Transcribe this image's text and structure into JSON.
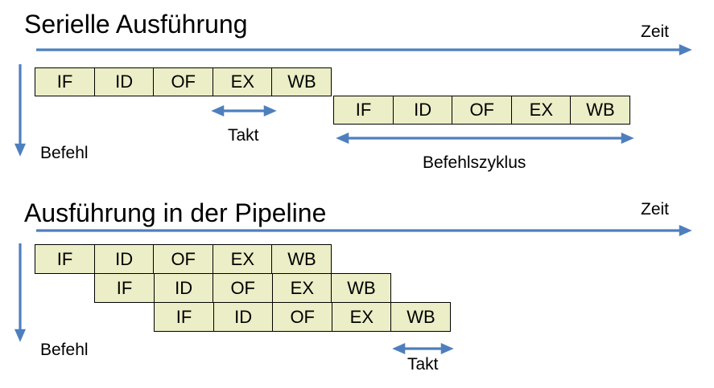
{
  "colors": {
    "accent_blue": "#4E7FBD",
    "box_fill": "#EBEEC6",
    "box_border": "#000000"
  },
  "sections": [
    {
      "title": "Serielle Ausführung",
      "time_label": "Zeit",
      "instruction_label": "Befehl",
      "clock_label": "Takt",
      "cycle_label": "Befehlszyklus",
      "rows": [
        {
          "stages": [
            "IF",
            "ID",
            "OF",
            "EX",
            "WB"
          ]
        },
        {
          "stages": [
            "IF",
            "ID",
            "OF",
            "EX",
            "WB"
          ]
        }
      ]
    },
    {
      "title": "Ausführung in der Pipeline",
      "time_label": "Zeit",
      "instruction_label": "Befehl",
      "clock_label": "Takt",
      "rows": [
        {
          "stages": [
            "IF",
            "ID",
            "OF",
            "EX",
            "WB"
          ]
        },
        {
          "stages": [
            "IF",
            "ID",
            "OF",
            "EX",
            "WB"
          ]
        },
        {
          "stages": [
            "IF",
            "ID",
            "OF",
            "EX",
            "WB"
          ]
        }
      ]
    }
  ]
}
